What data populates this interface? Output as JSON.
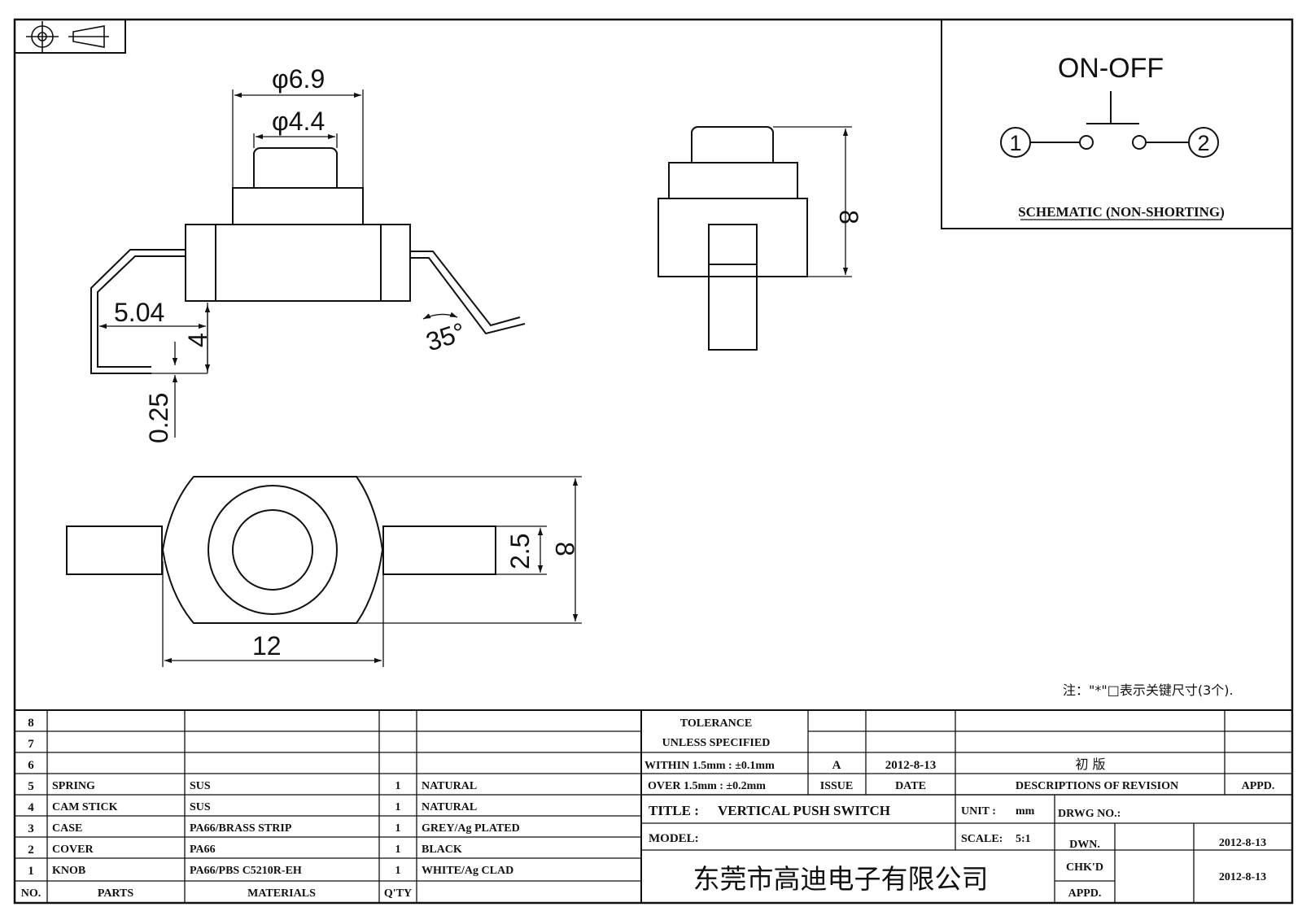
{
  "dimensions": {
    "knob_outer_dia": "φ6.9",
    "knob_inner_dia": "φ4.4",
    "lead_span": "5.04",
    "body_height_low": "4",
    "lead_thickness": "0.25",
    "lead_angle": "35°",
    "side_height": "8",
    "top_width": "12",
    "top_height": "8",
    "tab_width": "2.5"
  },
  "schematic": {
    "title": "ON-OFF",
    "pin1": "1",
    "pin2": "2",
    "caption": "SCHEMATIC (NON-SHORTING)"
  },
  "note": "注：\"*\"□表示关键尺寸(3个).",
  "bom": {
    "header": {
      "no": "NO.",
      "parts": "PARTS",
      "materials": "MATERIALS",
      "qty": "Q'TY",
      "finish": ""
    },
    "rows": [
      {
        "no": "8",
        "part": "",
        "material": "",
        "qty": "",
        "finish": ""
      },
      {
        "no": "7",
        "part": "",
        "material": "",
        "qty": "",
        "finish": ""
      },
      {
        "no": "6",
        "part": "",
        "material": "",
        "qty": "",
        "finish": ""
      },
      {
        "no": "5",
        "part": "SPRING",
        "material": "SUS",
        "qty": "1",
        "finish": "NATURAL"
      },
      {
        "no": "4",
        "part": "CAM STICK",
        "material": "SUS",
        "qty": "1",
        "finish": "NATURAL"
      },
      {
        "no": "3",
        "part": "CASE",
        "material": "PA66/BRASS STRIP",
        "qty": "1",
        "finish": "GREY/Ag PLATED"
      },
      {
        "no": "2",
        "part": "COVER",
        "material": "PA66",
        "qty": "1",
        "finish": "BLACK"
      },
      {
        "no": "1",
        "part": "KNOB",
        "material": "PA66/PBS C5210R-EH",
        "qty": "1",
        "finish": "WHITE/Ag CLAD"
      }
    ]
  },
  "title_block": {
    "tolerance_1": "TOLERANCE",
    "tolerance_2": "UNLESS  SPECIFIED",
    "within": "WITHIN 1.5mm : ±0.1mm",
    "over": "OVER 1.5mm : ±0.2mm",
    "issue_value": "A",
    "date_value": "2012-8-13",
    "revision_desc": "初  版",
    "issue_label": "ISSUE",
    "date_label": "DATE",
    "desc_label": "DESCRIPTIONS OF REVISION",
    "appd_label": "APPD.",
    "title_label": "TITLE :",
    "title_value": "VERTICAL PUSH SWITCH",
    "unit_label": "UNIT :",
    "unit_value": "mm",
    "drwg_label": "DRWG NO.:",
    "model_label": "MODEL:",
    "scale_label": "SCALE:",
    "scale_value": "5:1",
    "dwn_label": "DWN.",
    "dwn_date": "2012-8-13",
    "chkd_label": "CHK'D",
    "chkd_date": "2012-8-13",
    "appd2_label": "APPD.",
    "company": "东莞市高迪电子有限公司"
  }
}
